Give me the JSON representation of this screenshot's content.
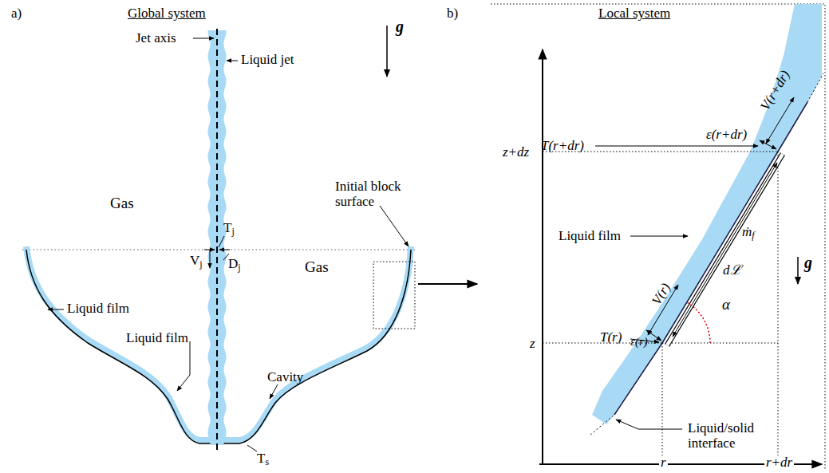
{
  "diagram": {
    "labels": [
      "a)",
      "Global system",
      "b)",
      "Local system",
      "Jet axis",
      "Liquid jet",
      "g",
      "Gas",
      "Tj",
      "Vj",
      "Dj",
      "Gas",
      "Initial block surface",
      "Liquid film",
      "Liquid film",
      "Cavity",
      "Ts",
      "T(r+dr)",
      "ε(r+dr)",
      "V(r+dr)",
      "z+dz",
      "Liquid film",
      "ṁf",
      "dℒ",
      "g",
      "T(r)",
      "ε(r)",
      "V(r)",
      "z",
      "α",
      "Liquid/solid interface",
      "r",
      "r+dr"
    ]
  }
}
